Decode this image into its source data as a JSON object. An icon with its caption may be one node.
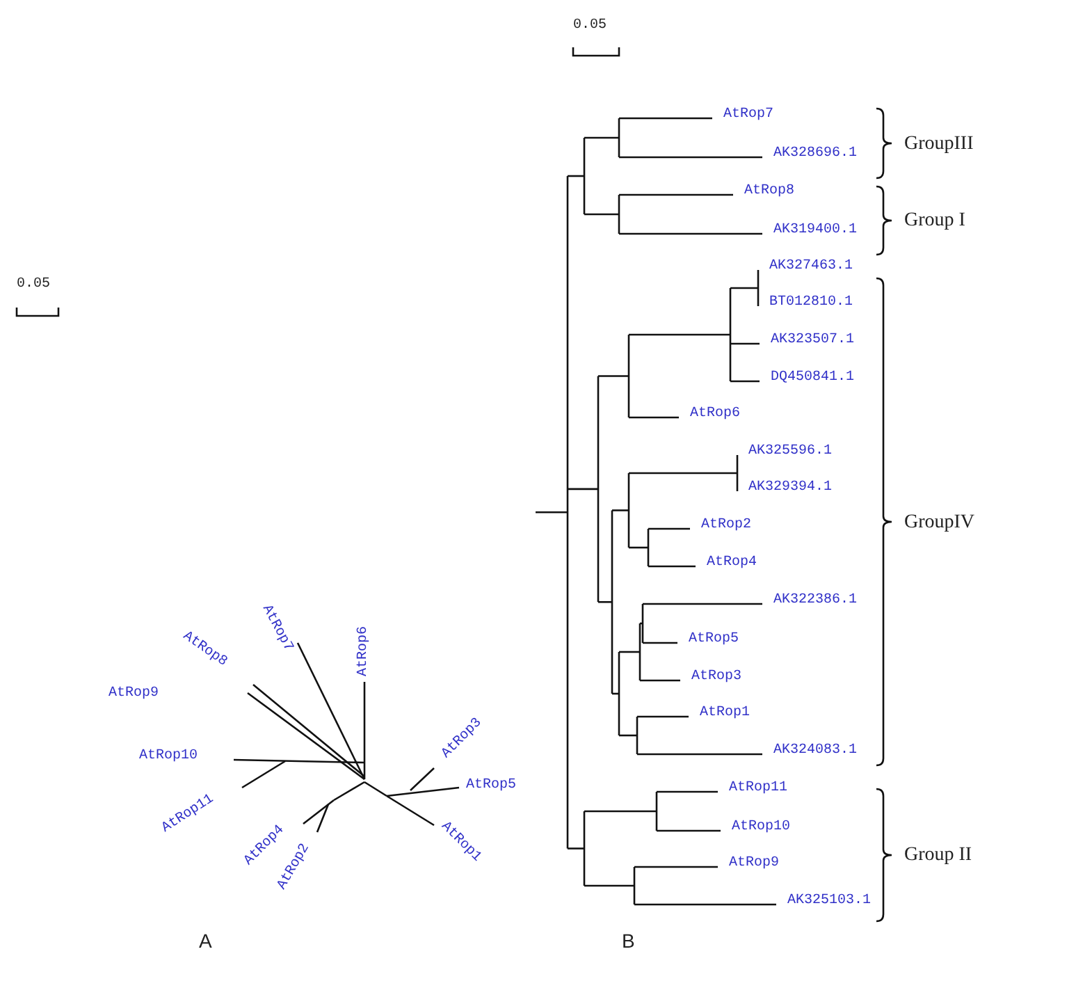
{
  "diagram": {
    "labels": [
      "0.05",
      "0.05",
      "AtRop7",
      "AK328696.1",
      "AtRop8",
      "AK319400.1",
      "AK327463.1",
      "BT012810.1",
      "AK323507.1",
      "DQ450841.1",
      "AtRop6",
      "AK325596.1",
      "AK329394.1",
      "AtRop2",
      "AtRop4",
      "AK322386.1",
      "AtRop5",
      "AtRop3",
      "AtRop1",
      "AK324083.1",
      "AtRop11",
      "AtRop10",
      "AtRop9",
      "AK325103.1",
      "GroupIII",
      "Group I",
      "GroupIV",
      "Group II",
      "AtRop7",
      "AtRop6",
      "AtRop8",
      "AtRop9",
      "AtRop10",
      "AtRop3",
      "AtRop5",
      "AtRop11",
      "AtRop1",
      "AtRop4",
      "AtRop2",
      "A",
      "B"
    ]
  }
}
